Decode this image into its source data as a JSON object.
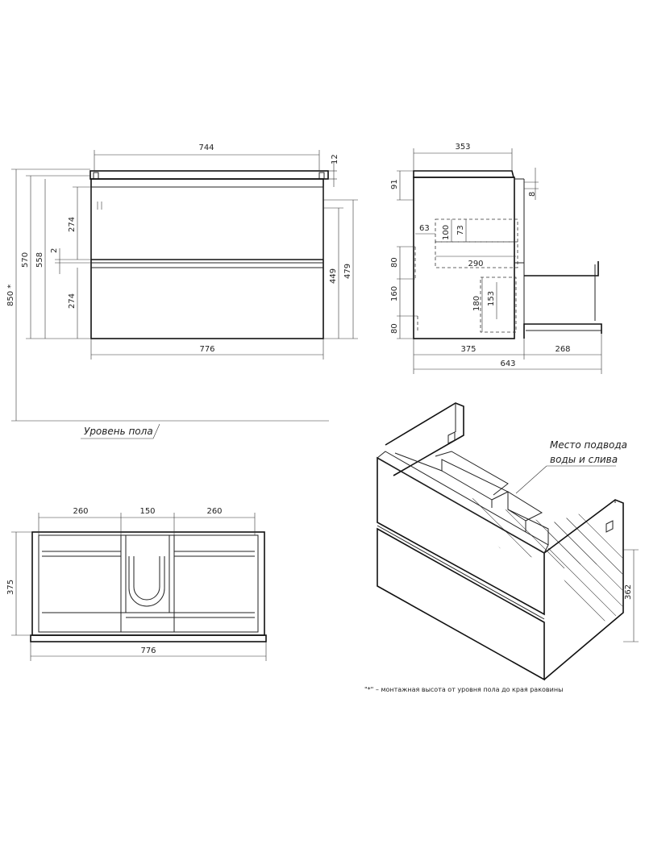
{
  "front_view": {
    "width_top": "744",
    "top_thickness": "12",
    "height_overall": "850 *",
    "height_570": "570",
    "height_558": "558",
    "drawer_top": "274",
    "gap": "2",
    "drawer_bottom": "274",
    "height_449": "449",
    "height_479": "479",
    "width_bottom": "776",
    "floor_label": "Уровень пола"
  },
  "side_view": {
    "depth_top": "353",
    "d91": "91",
    "d8": "8",
    "d63": "63",
    "d100": "100",
    "d73": "73",
    "d80a": "80",
    "d290": "290",
    "d160": "160",
    "d180": "180",
    "d153": "153",
    "d80b": "80",
    "d375": "375",
    "d268": "268",
    "d643": "643"
  },
  "top_view": {
    "w260a": "260",
    "w150": "150",
    "w260b": "260",
    "depth": "375",
    "width": "776"
  },
  "iso_view": {
    "callout_line1": "Место подвода",
    "callout_line2": "воды и слива",
    "height": "362"
  },
  "footnote": "\"*\" – монтажная высота от уровня пола до края раковины"
}
